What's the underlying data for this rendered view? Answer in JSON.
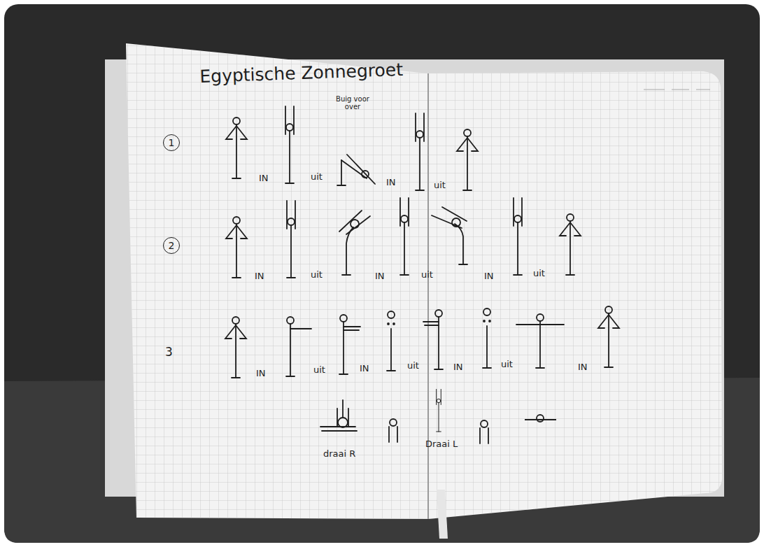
{
  "diagram": {
    "title": "Egyptische Zonnegroet",
    "nodes": [
      {
        "text": [
          "1"
        ]
      },
      {
        "text": [
          "2"
        ]
      }
    ],
    "labels": [
      "Buig voor over",
      "IN",
      "uit",
      "IN",
      "uit",
      "IN",
      "uit",
      "IN",
      "uit",
      "IN",
      "uit",
      "3",
      "IN",
      "uit",
      "IN",
      "uit",
      "IN",
      "uit",
      "IN",
      "draai R",
      "Draai L"
    ]
  }
}
